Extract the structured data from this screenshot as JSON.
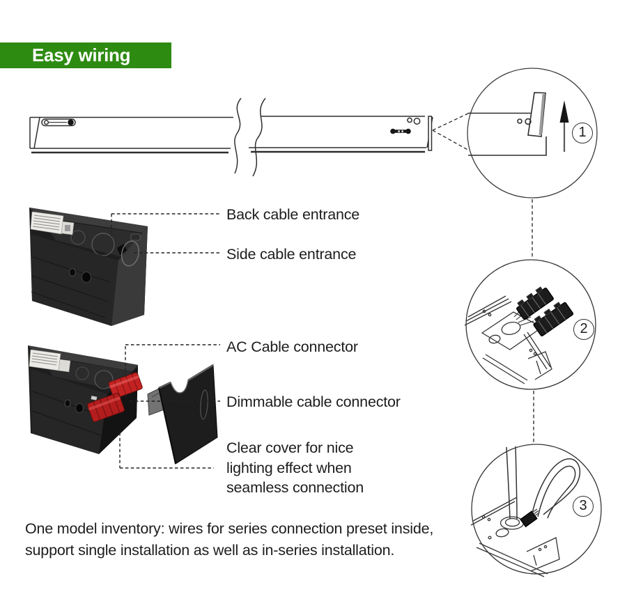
{
  "header": {
    "title": "Easy wiring",
    "bg_color": "#2e8b12",
    "text_color": "#ffffff"
  },
  "labels": {
    "back_cable": "Back cable entrance",
    "side_cable": "Side cable entrance",
    "ac_cable": "AC Cable connector",
    "dimmable": "Dimmable cable connector",
    "clear_cover": "Clear cover for nice\nlighting effect when\nseamless connection"
  },
  "callouts": [
    {
      "number": "1"
    },
    {
      "number": "2"
    },
    {
      "number": "3"
    }
  ],
  "footer": {
    "note": "One model inventory: wires for series connection preset inside,\nsupport single installation as well as in-series installation."
  },
  "colors": {
    "accent_green": "#2e8b12",
    "connector_red": "#c32222",
    "line_art": "#2f2f2f",
    "text": "#1d1d1d"
  }
}
